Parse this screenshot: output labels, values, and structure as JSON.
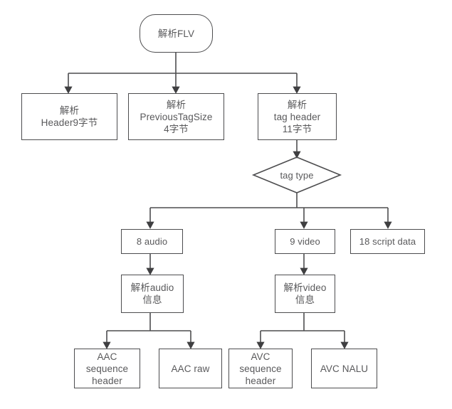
{
  "diagram": {
    "title": "FLV parsing flowchart",
    "stroke_color": "#4d4d4f",
    "text_color": "#59595b",
    "background_color": "#ffffff",
    "nodes": {
      "root": {
        "label": "解析FLV",
        "shape": "terminator"
      },
      "header": {
        "label": "解析\nHeader9字节",
        "shape": "process"
      },
      "prev_tag_size": {
        "label": "解析\nPreviousTagSize\n4字节",
        "shape": "process"
      },
      "tag_header": {
        "label": "解析\ntag header\n11字节",
        "shape": "process"
      },
      "tag_type": {
        "label": "tag type",
        "shape": "decision"
      },
      "audio_tag": {
        "label": "8 audio",
        "shape": "process"
      },
      "video_tag": {
        "label": "9 video",
        "shape": "process"
      },
      "script_tag": {
        "label": "18 script data",
        "shape": "process"
      },
      "parse_audio": {
        "label": "解析audio\n信息",
        "shape": "process"
      },
      "parse_video": {
        "label": "解析video\n信息",
        "shape": "process"
      },
      "aac_sequence_header": {
        "label": "AAC\nsequence\nheader",
        "shape": "process"
      },
      "aac_raw": {
        "label": "AAC raw",
        "shape": "process"
      },
      "avc_sequence_header": {
        "label": "AVC\nsequence\nheader",
        "shape": "process"
      },
      "avc_nalu": {
        "label": "AVC NALU",
        "shape": "process"
      }
    },
    "edges": [
      {
        "from": "root",
        "to": "header"
      },
      {
        "from": "root",
        "to": "prev_tag_size"
      },
      {
        "from": "root",
        "to": "tag_header"
      },
      {
        "from": "tag_header",
        "to": "tag_type"
      },
      {
        "from": "tag_type",
        "to": "audio_tag"
      },
      {
        "from": "tag_type",
        "to": "video_tag"
      },
      {
        "from": "tag_type",
        "to": "script_tag"
      },
      {
        "from": "audio_tag",
        "to": "parse_audio"
      },
      {
        "from": "video_tag",
        "to": "parse_video"
      },
      {
        "from": "parse_audio",
        "to": "aac_sequence_header"
      },
      {
        "from": "parse_audio",
        "to": "aac_raw"
      },
      {
        "from": "parse_video",
        "to": "avc_sequence_header"
      },
      {
        "from": "parse_video",
        "to": "avc_nalu"
      }
    ]
  }
}
